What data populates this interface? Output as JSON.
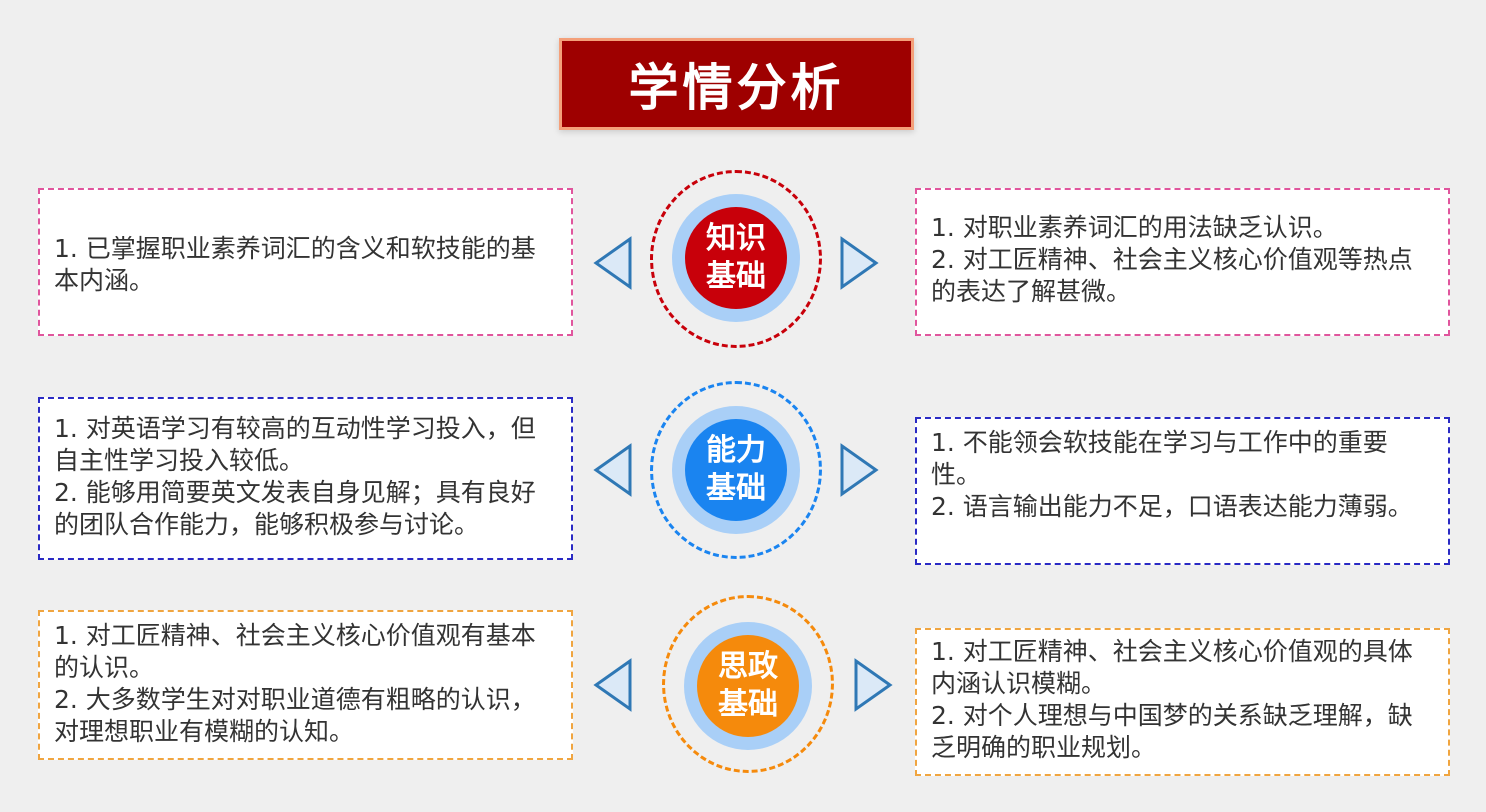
{
  "title": "学情分析",
  "rows": [
    {
      "hub": [
        "知识",
        "基础"
      ],
      "left": [
        "1. 已掌握职业素养词汇的含义和软技能的基本内涵。"
      ],
      "right": [
        "1. 对职业素养词汇的用法缺乏认识。",
        "2. 对工匠精神、社会主义核心价值观等热点的表达了解甚微。"
      ],
      "color": "#c8000a"
    },
    {
      "hub": [
        "能力",
        "基础"
      ],
      "left": [
        "1. 对英语学习有较高的互动性学习投入，但自主性学习投入较低。",
        "2.  能够用简要英文发表自身见解；具有良好的团队合作能力，能够积极参与讨论。"
      ],
      "right": [
        "1. 不能领会软技能在学习与工作中的重要性。",
        "2. 语言输出能力不足，口语表达能力薄弱。"
      ],
      "color": "#1a84f0"
    },
    {
      "hub": [
        "思政",
        "基础"
      ],
      "left": [
        "1. 对工匠精神、社会主义核心价值观有基本的认识。",
        "2. 大多数学生对对职业道德有粗略的认识，对理想职业有模糊的认知。"
      ],
      "right": [
        "1. 对工匠精神、社会主义核心价值观的具体内涵认识模糊。",
        "2. 对个人理想与中国梦的关系缺乏理解，缺乏明确的职业规划。"
      ],
      "color": "#f58a0c"
    }
  ]
}
